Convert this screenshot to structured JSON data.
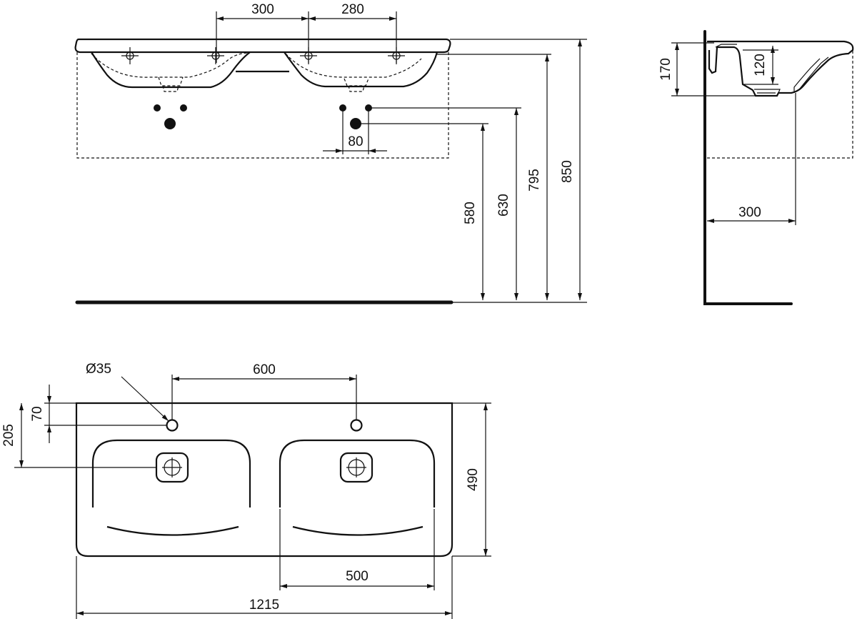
{
  "front_view": {
    "dims": {
      "tap_spacing_left": "300",
      "tap_spacing_right": "280",
      "waste_offset": "80",
      "waste_height": "580",
      "supply_height": "630",
      "bowl_height": "795",
      "rim_height": "850"
    }
  },
  "side_view": {
    "dims": {
      "basin_depth": "170",
      "bowl_depth": "120",
      "trap_distance": "300"
    }
  },
  "top_view": {
    "dims": {
      "tap_hole_diameter": "Ø35",
      "tap_centres": "600",
      "tap_hole_to_back": "70",
      "waste_to_back": "205",
      "depth": "490",
      "bowl_width": "500",
      "overall_width": "1215"
    }
  }
}
